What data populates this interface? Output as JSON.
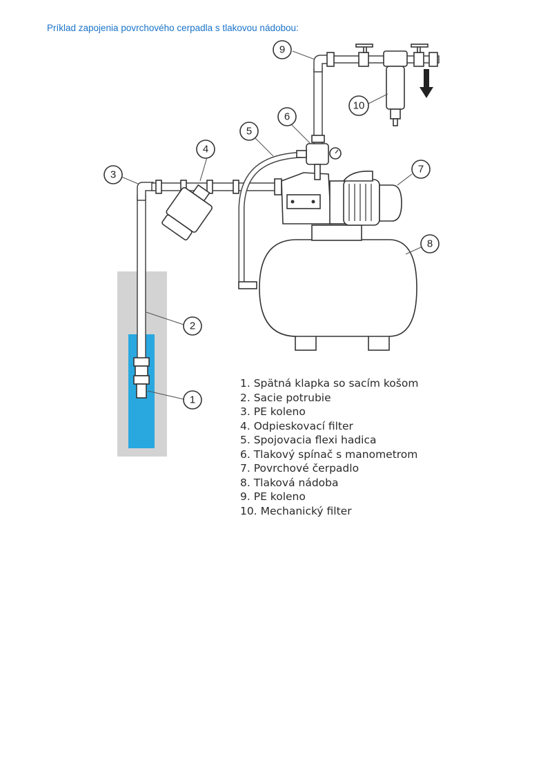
{
  "heading": "Príklad zapojenia povrchového cerpadla s tlakovou nádobou:",
  "callouts": [
    "1",
    "2",
    "3",
    "4",
    "5",
    "6",
    "7",
    "8",
    "9",
    "10"
  ],
  "legend": [
    "1. Spätná klapka so sacím košom",
    "2. Sacie potrubie",
    "3. PE koleno",
    "4. Odpieskovací filter",
    "5. Spojovacia flexi hadica",
    "6. Tlakový spínač s manometrom",
    "7. Povrchové čerpadlo",
    "8. Tlaková nádoba",
    "9. PE koleno",
    "10. Mechanický filter"
  ],
  "colors": {
    "heading": "#1a73c8",
    "water": "#29a8e0",
    "well": "#d3d3d3"
  }
}
